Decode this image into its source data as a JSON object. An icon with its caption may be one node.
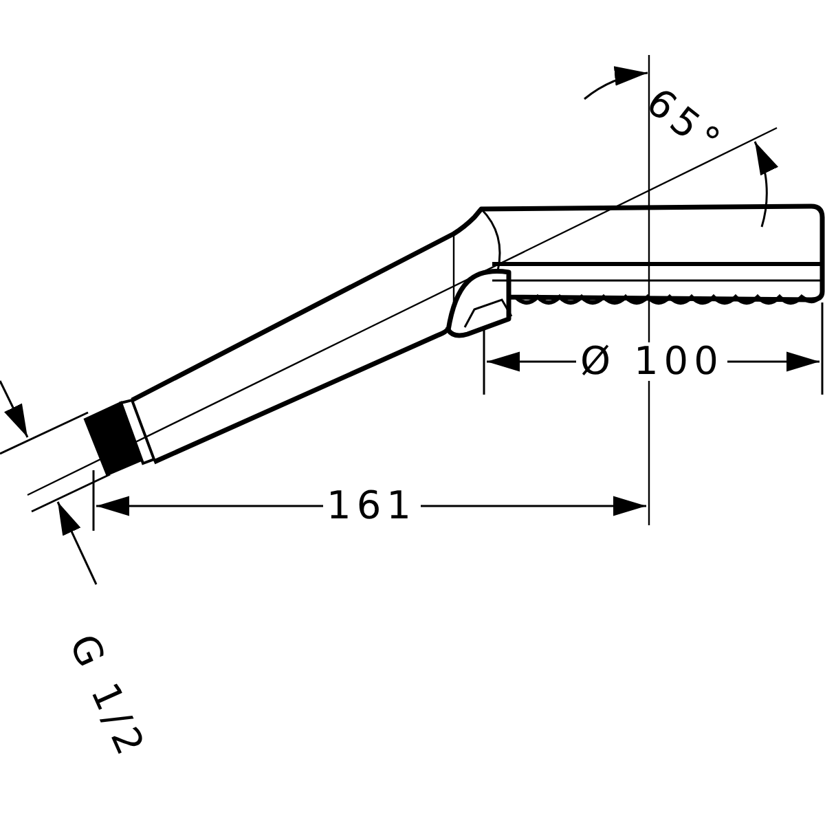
{
  "diagram": {
    "labels": [
      "65°",
      "Ø 100",
      "161",
      "G 1/2"
    ]
  }
}
